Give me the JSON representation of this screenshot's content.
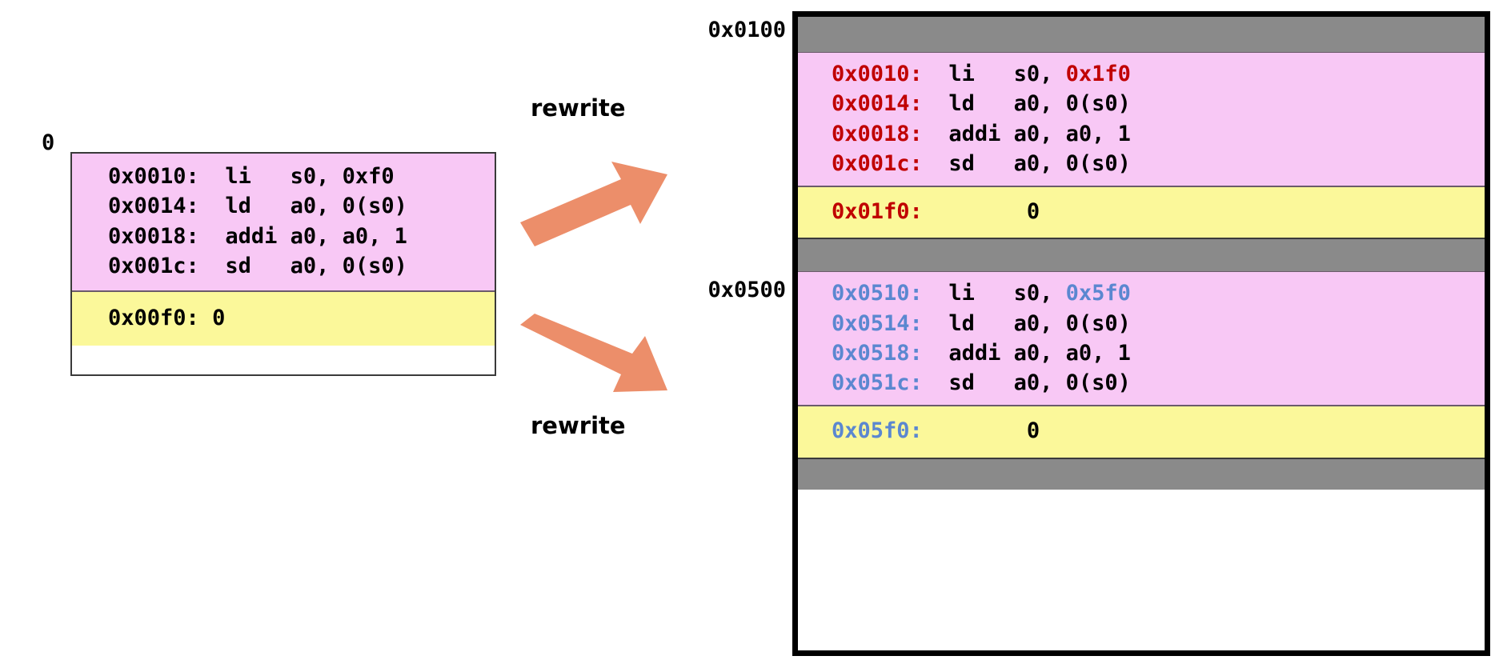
{
  "left": {
    "origin_label": "0",
    "code_lines": [
      {
        "addr": "0x0010:",
        "mnemonic": "li  ",
        "operands": "s0, 0xf0"
      },
      {
        "addr": "0x0014:",
        "mnemonic": "ld  ",
        "operands": "a0, 0(s0)"
      },
      {
        "addr": "0x0018:",
        "mnemonic": "addi",
        "operands": "a0, a0, 1"
      },
      {
        "addr": "0x001c:",
        "mnemonic": "sd  ",
        "operands": "a0, 0(s0)"
      }
    ],
    "data_line": {
      "addr": "0x00f0:",
      "value": "0"
    }
  },
  "arrows": {
    "top_label": "rewrite",
    "bottom_label": "rewrite",
    "color": "#ec8e6a"
  },
  "right": {
    "region_labels": {
      "first": "0x0100",
      "second": "0x0500"
    },
    "copies": [
      {
        "accent": "#c00000",
        "code_lines": [
          {
            "addr": "0x0010:",
            "mnemonic": "li  ",
            "operands_plain": "s0, ",
            "operands_accent": "0x1f0"
          },
          {
            "addr": "0x0014:",
            "mnemonic": "ld  ",
            "operands_plain": "a0, 0(s0)",
            "operands_accent": ""
          },
          {
            "addr": "0x0018:",
            "mnemonic": "addi",
            "operands_plain": "a0, a0, 1",
            "operands_accent": ""
          },
          {
            "addr": "0x001c:",
            "mnemonic": "sd  ",
            "operands_plain": "a0, 0(s0)",
            "operands_accent": ""
          }
        ],
        "data_line": {
          "addr": "0x01f0:",
          "value": "0"
        }
      },
      {
        "accent": "#5b87d0",
        "code_lines": [
          {
            "addr": "0x0510:",
            "mnemonic": "li  ",
            "operands_plain": "s0, ",
            "operands_accent": "0x5f0"
          },
          {
            "addr": "0x0514:",
            "mnemonic": "ld  ",
            "operands_plain": "a0, 0(s0)",
            "operands_accent": ""
          },
          {
            "addr": "0x0518:",
            "mnemonic": "addi",
            "operands_plain": "a0, a0, 1",
            "operands_accent": ""
          },
          {
            "addr": "0x051c:",
            "mnemonic": "sd  ",
            "operands_plain": "a0, 0(s0)",
            "operands_accent": ""
          }
        ],
        "data_line": {
          "addr": "0x05f0:",
          "value": "0"
        }
      }
    ]
  },
  "colors": {
    "code_fill": "#f8c8f5",
    "data_fill": "#fbf89a",
    "gap_fill": "#8a8a8a",
    "border": "#000000",
    "red_accent": "#c00000",
    "blue_accent": "#5b87d0",
    "arrow": "#ec8e6a"
  }
}
